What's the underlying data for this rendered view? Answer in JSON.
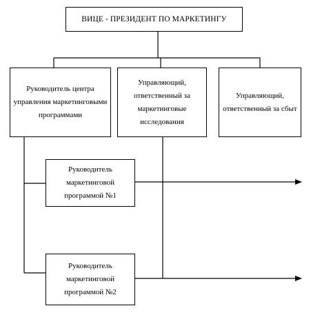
{
  "org": {
    "top": "ВИЦЕ - ПРЕЗИДЕНТ ПО МАРКЕТИНГУ",
    "center_head": "Руководитель центра управления маркетинговыми программами",
    "research_manager": "Управляющий, ответственный за маркетинговые исследования",
    "sales_manager": "Управляющий, ответственный за сбыт",
    "program1_head": "Руководитель маркетинговой программой №1",
    "program2_head": "Руководитель маркетинговой программой №2"
  }
}
